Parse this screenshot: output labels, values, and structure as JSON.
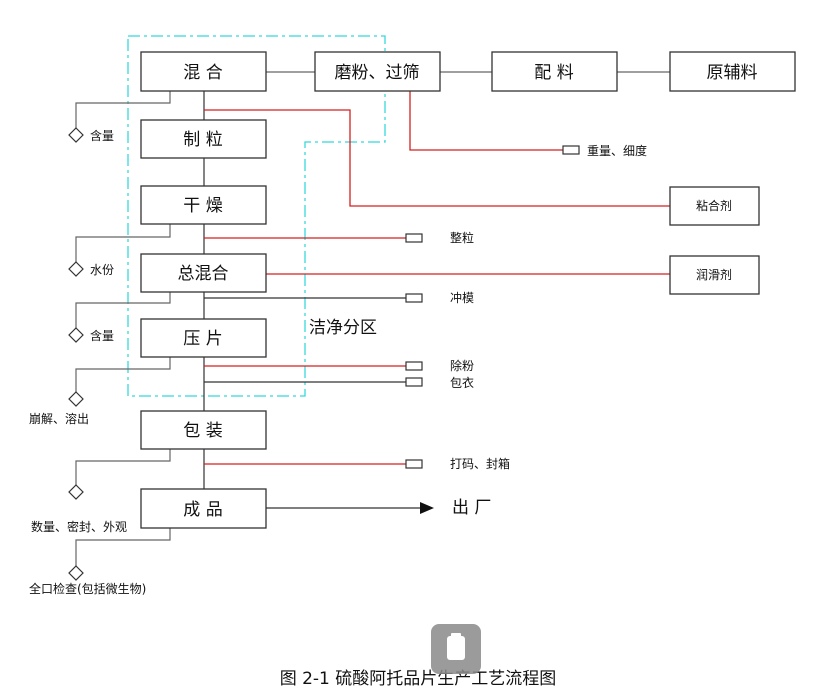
{
  "process_nodes": [
    "混 合",
    "制 粒",
    "干 燥",
    "总混合",
    "压 片",
    "包 装",
    "成 品"
  ],
  "feed_nodes": [
    "磨粉、过筛",
    "配 料",
    "原辅料"
  ],
  "additive_nodes": [
    "粘合剂",
    "润滑剂"
  ],
  "step_annotations": [
    "重量、细度",
    "整粒",
    "冲模",
    "除粉",
    "包衣",
    "打码、封箱"
  ],
  "qc_checks": [
    "含量",
    "水份",
    "含量",
    "崩解、溶出",
    "数量、密封、外观",
    "全口检查(包括微生物)"
  ],
  "clean_zone_label": "洁净分区",
  "output_label": "出 厂",
  "caption": "图 2-1  硫酸阿托品片生产工艺流程图",
  "colors": {
    "main_line": "#333333",
    "material_line": "#d42020",
    "clean_zone": "#35d8dc"
  },
  "watermark_icon": "document-icon"
}
